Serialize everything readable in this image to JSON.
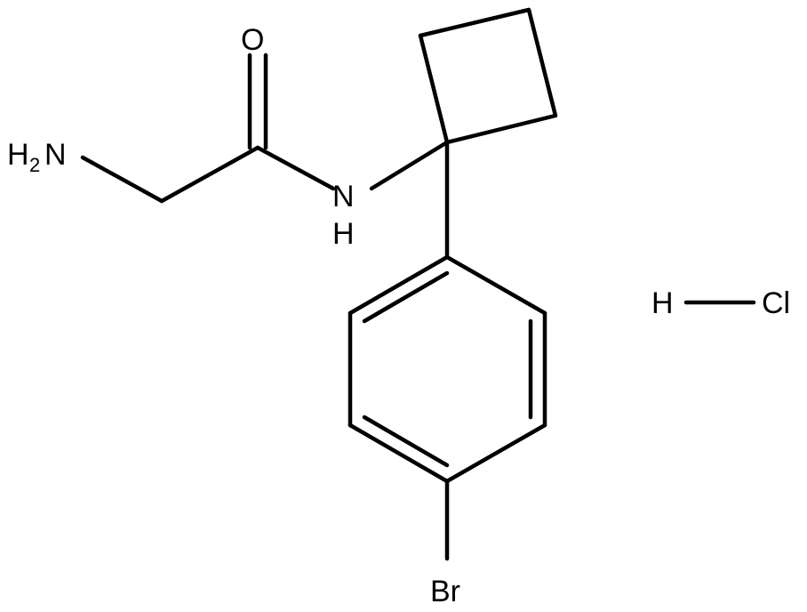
{
  "labels": {
    "amine_h": "H",
    "amine_sub": "2",
    "amine_n": "N",
    "oxygen": "O",
    "amide_n": "N",
    "amide_h": "H",
    "bromine": "Br",
    "hcl_h": "H",
    "hcl_cl": "Cl"
  },
  "colors": {
    "bond": "#000000",
    "text": "#000000",
    "background": "#ffffff"
  }
}
